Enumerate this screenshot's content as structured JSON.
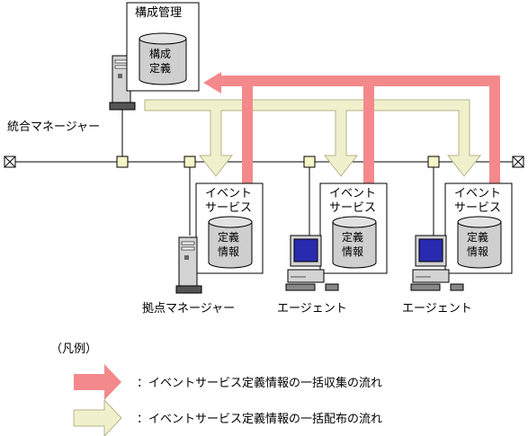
{
  "diagram": {
    "config_box": {
      "title": "構成管理",
      "db_lines": [
        "構成",
        "定義"
      ]
    },
    "integrated_manager": {
      "label": "統合マネージャー"
    },
    "service_boxes": [
      {
        "title_lines": [
          "イベント",
          "サービス"
        ],
        "db_lines": [
          "定義",
          "情報"
        ],
        "node_label": "拠点マネージャー"
      },
      {
        "title_lines": [
          "イベント",
          "サービス"
        ],
        "db_lines": [
          "定義",
          "情報"
        ],
        "node_label": "エージェント"
      },
      {
        "title_lines": [
          "イベント",
          "サービス"
        ],
        "db_lines": [
          "定義",
          "情報"
        ],
        "node_label": "エージェント"
      }
    ]
  },
  "legend": {
    "title": "（凡例）",
    "collect": {
      "label": "：イベントサービス定義情報の一括収集の流れ",
      "color": "#f4898c"
    },
    "distribute": {
      "label": "：イベントサービス定義情報の一括配布の流れ",
      "color": "#f0f0cc"
    }
  },
  "colors": {
    "collect_arrow": "#f4898c",
    "distribute_arrow": "#f0f0cc",
    "node_box": "#f5f5c8",
    "server": "#d4d4d4",
    "monitor": "#2a2ab0",
    "database": "#cfcfcf"
  }
}
